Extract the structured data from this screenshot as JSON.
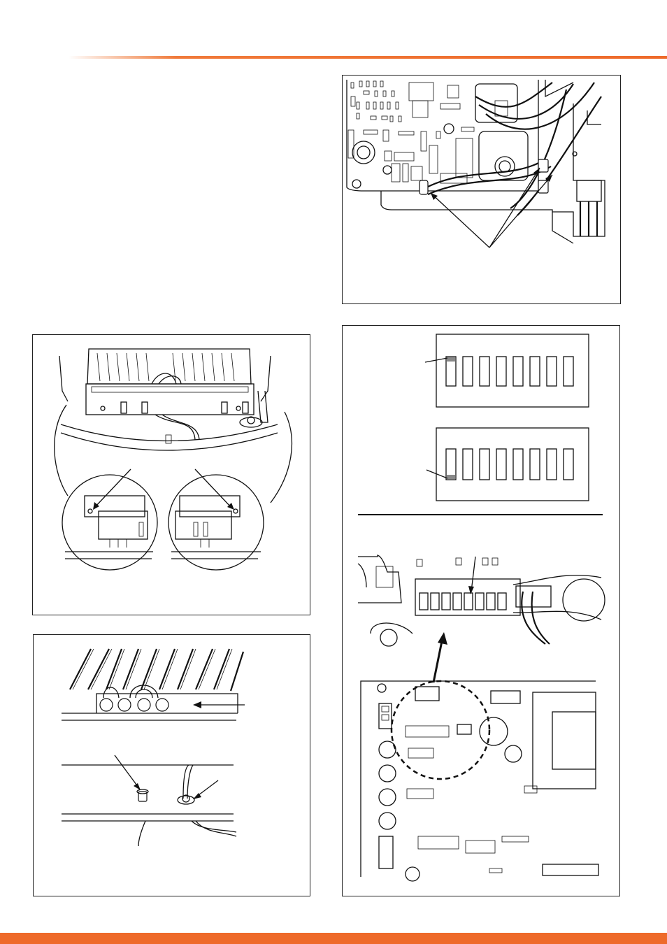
{
  "colors": {
    "accent": "#ee6a2a",
    "line": "#111111"
  },
  "figures": [
    {
      "id": "pcb-connections",
      "icon": "pcb-wiring-drawing"
    },
    {
      "id": "burner-manifold-screws",
      "icon": "burner-assembly-drawing"
    },
    {
      "id": "electrode-wiring",
      "icon": "electrode-drawing"
    },
    {
      "id": "dip-switch-settings",
      "icon": "dip-switch-drawing"
    }
  ]
}
